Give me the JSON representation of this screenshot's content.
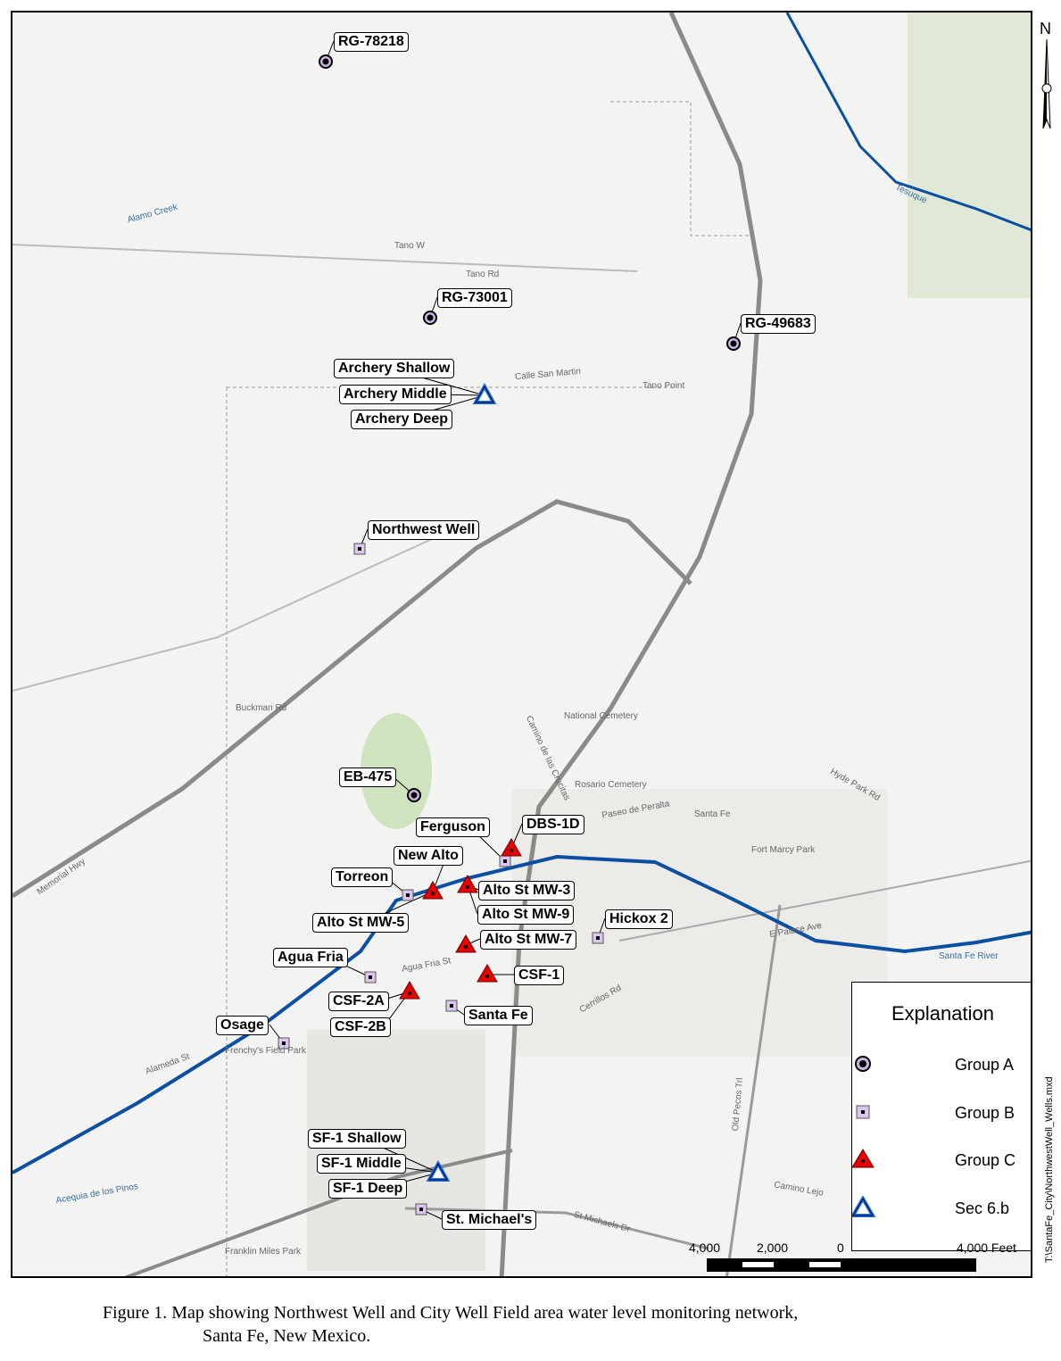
{
  "map": {
    "wells": [
      {
        "name": "RG-78218",
        "group": "A"
      },
      {
        "name": "RG-73001",
        "group": "A"
      },
      {
        "name": "RG-49683",
        "group": "A"
      },
      {
        "name": "EB-475",
        "group": "A"
      },
      {
        "name": "Archery Shallow",
        "group": "Sec 6.b"
      },
      {
        "name": "Archery Middle",
        "group": "Sec 6.b"
      },
      {
        "name": "Archery Deep",
        "group": "Sec 6.b"
      },
      {
        "name": "Northwest Well",
        "group": "B"
      },
      {
        "name": "Ferguson",
        "group": "B"
      },
      {
        "name": "DBS-1D",
        "group": "C"
      },
      {
        "name": "New Alto",
        "group": "C"
      },
      {
        "name": "Torreon",
        "group": "B"
      },
      {
        "name": "Alto St MW-5",
        "group": "C"
      },
      {
        "name": "Alto St MW-3",
        "group": "C"
      },
      {
        "name": "Alto St MW-9",
        "group": "C"
      },
      {
        "name": "Alto St MW-7",
        "group": "C"
      },
      {
        "name": "Hickox 2",
        "group": "B"
      },
      {
        "name": "CSF-1",
        "group": "C"
      },
      {
        "name": "Agua Fria",
        "group": "B"
      },
      {
        "name": "CSF-2A",
        "group": "C"
      },
      {
        "name": "CSF-2B",
        "group": "C"
      },
      {
        "name": "Santa Fe",
        "group": "B"
      },
      {
        "name": "Osage",
        "group": "B"
      },
      {
        "name": "SF-1 Shallow",
        "group": "Sec 6.b"
      },
      {
        "name": "SF-1 Middle",
        "group": "Sec 6.b"
      },
      {
        "name": "SF-1 Deep",
        "group": "Sec 6.b"
      },
      {
        "name": "St. Michael's",
        "group": "B"
      }
    ],
    "streets": [
      "Alamo Creek",
      "Tano Rd",
      "Tano W",
      "Calle San Martin",
      "Tano Point",
      "Buckman Rd",
      "Memorial Hwy",
      "Camino de las Crucitas",
      "Paseo de Peralta",
      "Santa Fe",
      "Santa Fe River",
      "National Cemetery",
      "Rosario Cemetery",
      "Agua Fria St",
      "Alameda St",
      "Cerrillos Rd",
      "St Michaels Dr",
      "Acequia de los Pinos",
      "Old Pecos Trl",
      "Hyde Park Rd",
      "Frenchy's Field Park",
      "Franklin Miles Park",
      "Fort Marcy Park",
      "E Palace Ave",
      "Camino Lejo",
      "Tesuque"
    ],
    "colors": {
      "river": "#0b4fa3",
      "groupA": "#c9b4e0",
      "groupB": "#dcc6f0",
      "groupC": "#e60000",
      "sec6b": "#1e6fd9"
    }
  },
  "legend": {
    "title": "Explanation",
    "items": [
      {
        "label": "Group A",
        "symbol": "circle-dot"
      },
      {
        "label": "Group B",
        "symbol": "square-dot"
      },
      {
        "label": "Group C",
        "symbol": "red-triangle-dot"
      },
      {
        "label": "Sec 6.b",
        "symbol": "blue-triangle-outline"
      }
    ]
  },
  "scale": {
    "ticks": [
      "4,000",
      "2,000",
      "0",
      "4,000 Feet"
    ]
  },
  "north_label": "N",
  "file_path": "T:\\SantaFe_City\\NorthwestWell_Wells.mxd",
  "caption": {
    "line1": "Figure 1.  Map showing Northwest Well and City Well Field area water level monitoring network,",
    "line2": "Santa Fe, New Mexico."
  }
}
